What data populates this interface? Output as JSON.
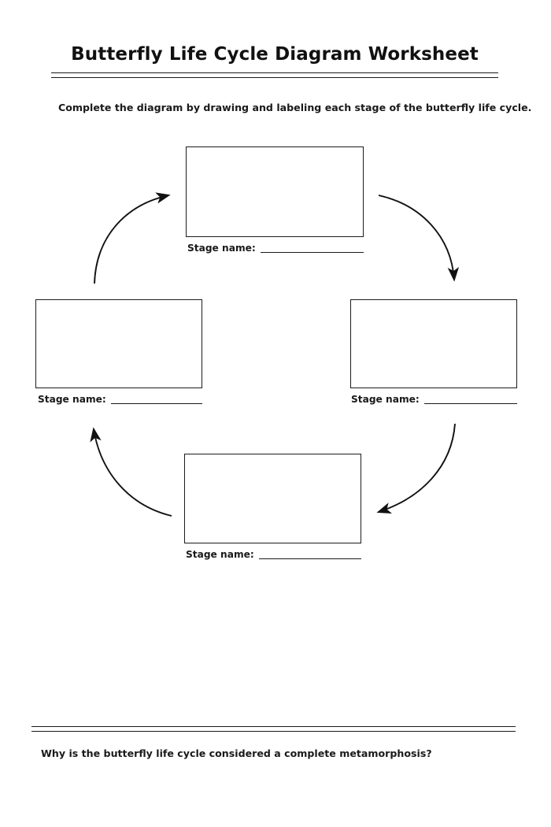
{
  "document": {
    "title": "Butterfly Life Cycle Diagram Worksheet",
    "instruction": "Complete the diagram by drawing and labeling each stage of the butterfly life cycle.",
    "footer_question": "Why is the butterfly life cycle considered a complete metamorphosis?",
    "ink_color": "#1a1a1a",
    "paper_color": "#ffffff"
  },
  "diagram": {
    "cycle_direction": "clockwise",
    "stage_count": 4,
    "stages": [
      {
        "position": "top",
        "label": "Stage name:",
        "answer": "",
        "drawing": ""
      },
      {
        "position": "right",
        "label": "Stage name:",
        "answer": "",
        "drawing": ""
      },
      {
        "position": "bottom",
        "label": "Stage name:",
        "answer": "",
        "drawing": ""
      },
      {
        "position": "left",
        "label": "Stage name:",
        "answer": "",
        "drawing": ""
      }
    ],
    "arrows": [
      {
        "from": "top",
        "to": "right",
        "name": "arrow-top-to-right"
      },
      {
        "from": "right",
        "to": "bottom",
        "name": "arrow-right-to-bottom"
      },
      {
        "from": "bottom",
        "to": "left",
        "name": "arrow-bottom-to-left"
      },
      {
        "from": "left",
        "to": "top",
        "name": "arrow-left-to-top"
      }
    ]
  }
}
